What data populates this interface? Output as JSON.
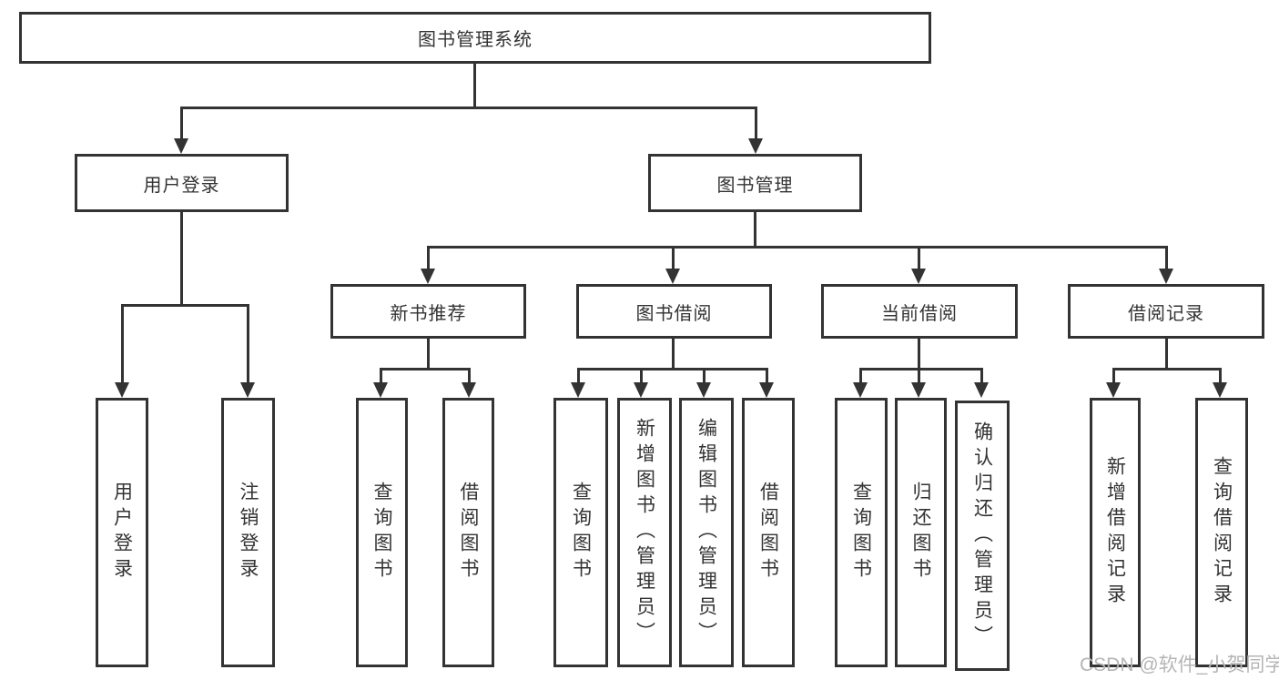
{
  "colors": {
    "line": "#333333",
    "text": "#333333",
    "watermark": "#b5b5b5"
  },
  "watermark": "CSDN @软件_小贺同学",
  "tree": {
    "label": "图书管理系统",
    "children": [
      {
        "label": "用户登录",
        "children": [
          {
            "label": "用户登录"
          },
          {
            "label": "注销登录"
          }
        ]
      },
      {
        "label": "图书管理",
        "children": [
          {
            "label": "新书推荐",
            "children": [
              {
                "label": "查询图书"
              },
              {
                "label": "借阅图书"
              }
            ]
          },
          {
            "label": "图书借阅",
            "children": [
              {
                "label": "查询图书"
              },
              {
                "label": "新增图书（管理员）"
              },
              {
                "label": "编辑图书（管理员）"
              },
              {
                "label": "借阅图书"
              }
            ]
          },
          {
            "label": "当前借阅",
            "children": [
              {
                "label": "查询图书"
              },
              {
                "label": "归还图书"
              },
              {
                "label": "确认归还（管理员）"
              }
            ]
          },
          {
            "label": "借阅记录",
            "children": [
              {
                "label": "新增借阅记录"
              },
              {
                "label": "查询借阅记录"
              }
            ]
          }
        ]
      }
    ]
  }
}
